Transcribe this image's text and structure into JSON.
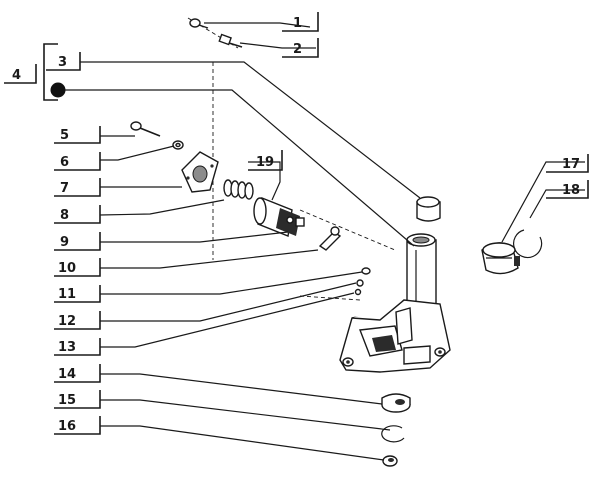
{
  "callouts": [
    {
      "n": "1"
    },
    {
      "n": "2"
    },
    {
      "n": "3"
    },
    {
      "n": "4"
    },
    {
      "n": "5"
    },
    {
      "n": "6"
    },
    {
      "n": "7"
    },
    {
      "n": "8"
    },
    {
      "n": "9"
    },
    {
      "n": "10"
    },
    {
      "n": "11"
    },
    {
      "n": "12"
    },
    {
      "n": "13"
    },
    {
      "n": "14"
    },
    {
      "n": "15"
    },
    {
      "n": "16"
    },
    {
      "n": "17"
    },
    {
      "n": "18"
    },
    {
      "n": "19"
    }
  ],
  "colors": {
    "ink": "#1a1a1a",
    "background": "#ffffff",
    "shade": "#2b2b2b"
  }
}
